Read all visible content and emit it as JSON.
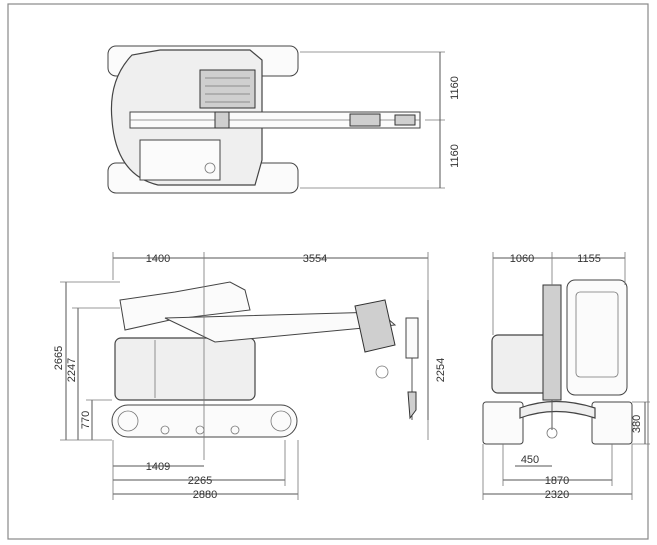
{
  "diagram": {
    "top_view": {
      "upper_half": "1160",
      "lower_half": "1160"
    },
    "side_view": {
      "width_front": "1400",
      "width_boom": "3554",
      "height_total": "2665",
      "height_cab": "2247",
      "height_track": "770",
      "height_hook": "2254",
      "track_center": "1409",
      "track_length": "2265",
      "overall_length": "2880"
    },
    "front_view": {
      "left_width": "1060",
      "right_width": "1155",
      "ground_clear": "380",
      "hook_offset": "450",
      "track_gauge": "1870",
      "overall_width": "2320"
    },
    "colors": {
      "line": "#555555",
      "fill": "#efefef",
      "frame": "#888888"
    }
  }
}
